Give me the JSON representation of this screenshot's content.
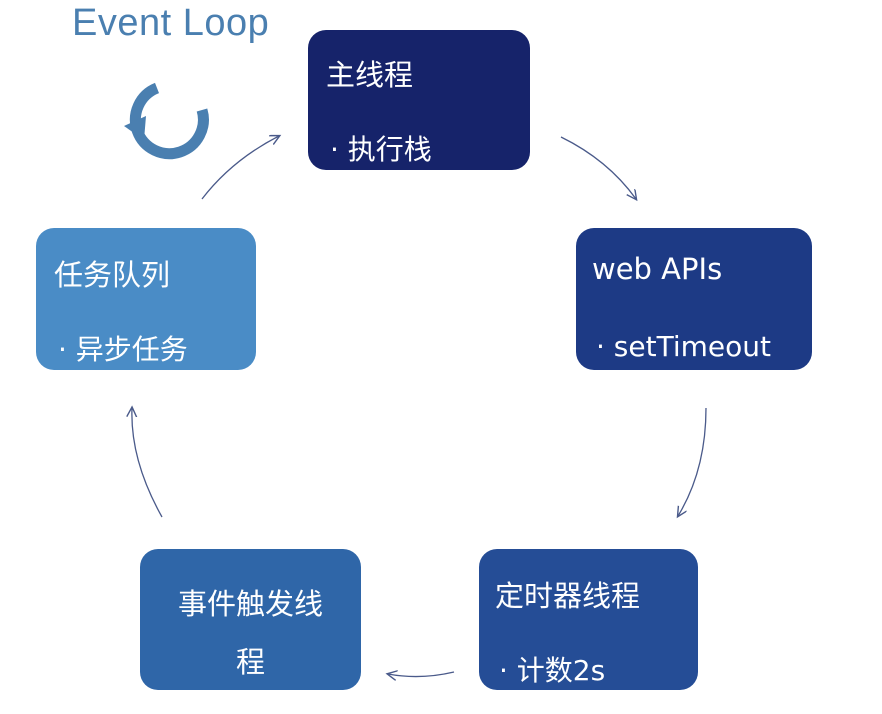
{
  "title": "Event Loop",
  "icon": "refresh-cycle-icon",
  "colors": {
    "title": "#4a7fb0",
    "icon": "#4a7fb0",
    "arrow": "#4a5a8a",
    "main_thread": "#16236a",
    "web_apis": "#1d3a85",
    "timer_thread": "#254d96",
    "event_trigger": "#2f66a8",
    "task_queue": "#4a8cc6"
  },
  "nodes": {
    "main_thread": {
      "heading": "主线程",
      "item": "· 执行栈"
    },
    "web_apis": {
      "heading": "web APIs",
      "item": "· setTimeout"
    },
    "timer_thread": {
      "heading": "定时器线程",
      "item": "· 计数2s"
    },
    "event_trigger": {
      "heading_line1": "事件触发线",
      "heading_line2": "程"
    },
    "task_queue": {
      "heading": "任务队列",
      "item": "· 异步任务"
    }
  }
}
